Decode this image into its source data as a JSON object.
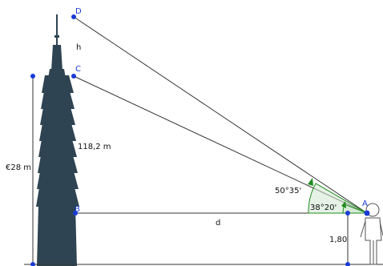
{
  "points": {
    "A": "A",
    "B": "B",
    "C": "C",
    "D": "D"
  },
  "measurements": {
    "left_height": "€28 m",
    "segment_bc": "118,2 m",
    "segment_cd": "h",
    "distance": "d",
    "observer_height": "1,80"
  },
  "angles": {
    "upper": "50°35'",
    "lower": "38°20'"
  },
  "colors": {
    "tower": "#2f4452",
    "lines": "#333333",
    "points": "#1a3ad6",
    "angle_marker": "#1e8a1e",
    "angle_fill": "#cfe8cf"
  }
}
